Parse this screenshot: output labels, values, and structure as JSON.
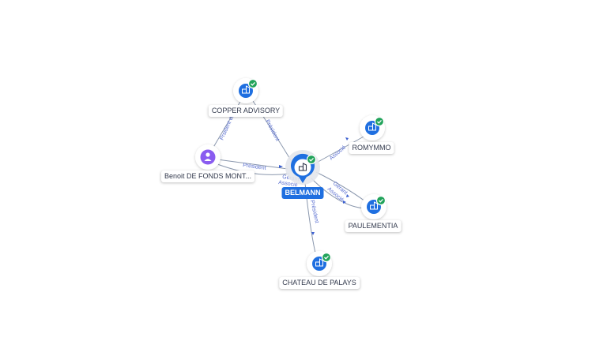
{
  "colors": {
    "company": "#1f6fe0",
    "person": "#8a5cf0",
    "check": "#21a35a",
    "edge": "#8a97ad",
    "edge_label": "#5a6fd0"
  },
  "nodes": {
    "center": {
      "label": "BELMANN",
      "icon": "building-icon"
    },
    "copper": {
      "label": "COPPER ADVISORY",
      "icon": "building-icon"
    },
    "romymmo": {
      "label": "ROMYMMO",
      "icon": "building-icon"
    },
    "paulementia": {
      "label": "PAULEMENTIA",
      "icon": "building-icon"
    },
    "chateau": {
      "label": "CHATEAU DE PALAYS",
      "icon": "building-icon"
    },
    "benoit": {
      "label": "Benoit DE FONDS MONT...",
      "icon": "person-icon"
    }
  },
  "edges": {
    "benoit_copper": "Prsident du",
    "copper_center": "Président",
    "benoit_center": "Président",
    "benoit_center_2": "Gérant",
    "benoit_center_3": "Associé",
    "center_romymmo": "Associé",
    "center_paulementia": "Gérant",
    "center_paulementia_2": "Associé",
    "center_chateau": "Président"
  }
}
